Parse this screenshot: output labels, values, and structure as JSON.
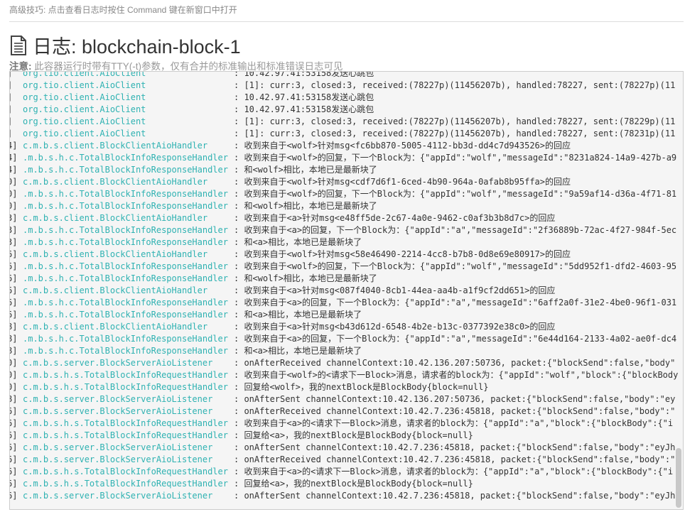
{
  "tip": "高级技巧: 点击查看日志时按住 Command 键在新窗口中打开",
  "title": "日志: blockchain-block-1",
  "note_label": "注意:",
  "note_text": " 此容器运行时带有TTY(-t)参数，仅有合并的标准输出和标准错误日志可见",
  "icons": {
    "title": "document-icon"
  },
  "colors": {
    "class": "#2fb2b2",
    "text": "#333333"
  },
  "log_lines": [
    [
      "]",
      "org.tio.client.AioClient",
      ": 10.42.97.41:53158发送心跳包"
    ],
    [
      "]",
      "org.tio.client.AioClient",
      ": [1]: curr:3, closed:3, received:(78227p)(11456207b), handled:78227, sent:(78227p)(11"
    ],
    [
      "]",
      "org.tio.client.AioClient",
      ": 10.42.97.41:53158发送心跳包"
    ],
    [
      "]",
      "org.tio.client.AioClient",
      ": 10.42.97.41:53158发送心跳包"
    ],
    [
      "]",
      "org.tio.client.AioClient",
      ": [1]: curr:3, closed:3, received:(78227p)(11456207b), handled:78227, sent:(78229p)(11"
    ],
    [
      "]",
      "org.tio.client.AioClient",
      ": [1]: curr:3, closed:3, received:(78227p)(11456207b), handled:78227, sent:(78231p)(11"
    ],
    [
      "4]",
      "c.m.b.s.client.BlockClientAioHandler",
      ": 收到来自于<wolf>针对msg<fc6bb870-5005-4112-bb3d-dd4c7d943526>的回应"
    ],
    [
      "4]",
      ".m.b.s.h.c.TotalBlockInfoResponseHandler",
      ": 收到来自于<wolf>的回复，下一个Block为：{\"appId\":\"wolf\",\"messageId\":\"8231a824-14a9-427b-a9"
    ],
    [
      "4]",
      ".m.b.s.h.c.TotalBlockInfoResponseHandler",
      ": 和<wolf>相比，本地已是最新块了"
    ],
    [
      "0]",
      "c.m.b.s.client.BlockClientAioHandler",
      ": 收到来自于<wolf>针对msg<cdf7d6f1-6ced-4b90-964a-0afab8b95ffa>的回应"
    ],
    [
      "0]",
      ".m.b.s.h.c.TotalBlockInfoResponseHandler",
      ": 收到来自于<wolf>的回复，下一个Block为：{\"appId\":\"wolf\",\"messageId\":\"9a59af14-d36a-4f71-81"
    ],
    [
      "0]",
      ".m.b.s.h.c.TotalBlockInfoResponseHandler",
      ": 和<wolf>相比，本地已是最新块了"
    ],
    [
      "3]",
      "c.m.b.s.client.BlockClientAioHandler",
      ": 收到来自于<a>针对msg<e48ff5de-2c67-4a0e-9462-c0af3b3b8d7c>的回应"
    ],
    [
      "3]",
      ".m.b.s.h.c.TotalBlockInfoResponseHandler",
      ": 收到来自于<a>的回复，下一个Block为：{\"appId\":\"a\",\"messageId\":\"2f36889b-72ac-4f27-984f-5ec"
    ],
    [
      "3]",
      ".m.b.s.h.c.TotalBlockInfoResponseHandler",
      ": 和<a>相比，本地已是最新块了"
    ],
    [
      "6]",
      "c.m.b.s.client.BlockClientAioHandler",
      ": 收到来自于<wolf>针对msg<58e46490-2214-4cc8-b7b8-0d8e69e80917>的回应"
    ],
    [
      "6]",
      ".m.b.s.h.c.TotalBlockInfoResponseHandler",
      ": 收到来自于<wolf>的回复，下一个Block为：{\"appId\":\"wolf\",\"messageId\":\"5dd952f1-dfd2-4603-95"
    ],
    [
      "6]",
      ".m.b.s.h.c.TotalBlockInfoResponseHandler",
      ": 和<wolf>相比，本地已是最新块了"
    ],
    [
      "6]",
      "c.m.b.s.client.BlockClientAioHandler",
      ": 收到来自于<a>针对msg<087f4040-8cb1-44ea-aa4b-a1f9cf2dd651>的回应"
    ],
    [
      "6]",
      ".m.b.s.h.c.TotalBlockInfoResponseHandler",
      ": 收到来自于<a>的回复，下一个Block为：{\"appId\":\"a\",\"messageId\":\"6aff2a0f-31e2-4be0-96f1-031"
    ],
    [
      "6]",
      ".m.b.s.h.c.TotalBlockInfoResponseHandler",
      ": 和<a>相比，本地已是最新块了"
    ],
    [
      "8]",
      "c.m.b.s.client.BlockClientAioHandler",
      ": 收到来自于<a>针对msg<b43d612d-6548-4b2e-b13c-0377392e38c0>的回应"
    ],
    [
      "8]",
      ".m.b.s.h.c.TotalBlockInfoResponseHandler",
      ": 收到来自于<a>的回复，下一个Block为：{\"appId\":\"a\",\"messageId\":\"6e44d164-2133-4a02-ae0f-dc4"
    ],
    [
      "8]",
      ".m.b.s.h.c.TotalBlockInfoResponseHandler",
      ": 和<a>相比，本地已是最新块了"
    ],
    [
      "0]",
      "c.m.b.s.server.BlockServerAioListener",
      ": onAfterReceived channelContext:10.42.136.207:50736, packet:{\"blockSend\":false,\"body\""
    ],
    [
      "0]",
      "c.m.b.s.h.s.TotalBlockInfoRequestHandler",
      ": 收到来自于<wolf>的<请求下一Block>消息，请求者的block为：{\"appId\":\"wolf\",\"block\":{\"blockBody"
    ],
    [
      "0]",
      "c.m.b.s.h.s.TotalBlockInfoRequestHandler",
      ": 回复给<wolf>，我的nextBlock是BlockBody{block=null}"
    ],
    [
      "8]",
      "c.m.b.s.server.BlockServerAioListener",
      ": onAfterSent channelContext:10.42.136.207:50736, packet:{\"blockSend\":false,\"body\":\"ey"
    ],
    [
      "6]",
      "c.m.b.s.server.BlockServerAioListener",
      ": onAfterReceived channelContext:10.42.7.236:45818, packet:{\"blockSend\":false,\"body\":\""
    ],
    [
      "6]",
      "c.m.b.s.h.s.TotalBlockInfoRequestHandler",
      ": 收到来自于<a>的<请求下一Block>消息，请求者的block为：{\"appId\":\"a\",\"block\":{\"blockBody\":{\"i"
    ],
    [
      "6]",
      "c.m.b.s.h.s.TotalBlockInfoRequestHandler",
      ": 回复给<a>，我的nextBlock是BlockBody{block=null}"
    ],
    [
      "6]",
      "c.m.b.s.server.BlockServerAioListener",
      ": onAfterSent channelContext:10.42.7.236:45818, packet:{\"blockSend\":false,\"body\":\"eyJh"
    ],
    [
      "6]",
      "c.m.b.s.server.BlockServerAioListener",
      ": onAfterReceived channelContext:10.42.7.236:45818, packet:{\"blockSend\":false,\"body\":\""
    ],
    [
      "6]",
      "c.m.b.s.h.s.TotalBlockInfoRequestHandler",
      ": 收到来自于<a>的<请求下一Block>消息，请求者的block为：{\"appId\":\"a\",\"block\":{\"blockBody\":{\"i"
    ],
    [
      "6]",
      "c.m.b.s.h.s.TotalBlockInfoRequestHandler",
      ": 回复给<a>，我的nextBlock是BlockBody{block=null}"
    ],
    [
      "6]",
      "c.m.b.s.server.BlockServerAioListener",
      ": onAfterSent channelContext:10.42.7.236:45818, packet:{\"blockSend\":false,\"body\":\"eyJh"
    ]
  ]
}
